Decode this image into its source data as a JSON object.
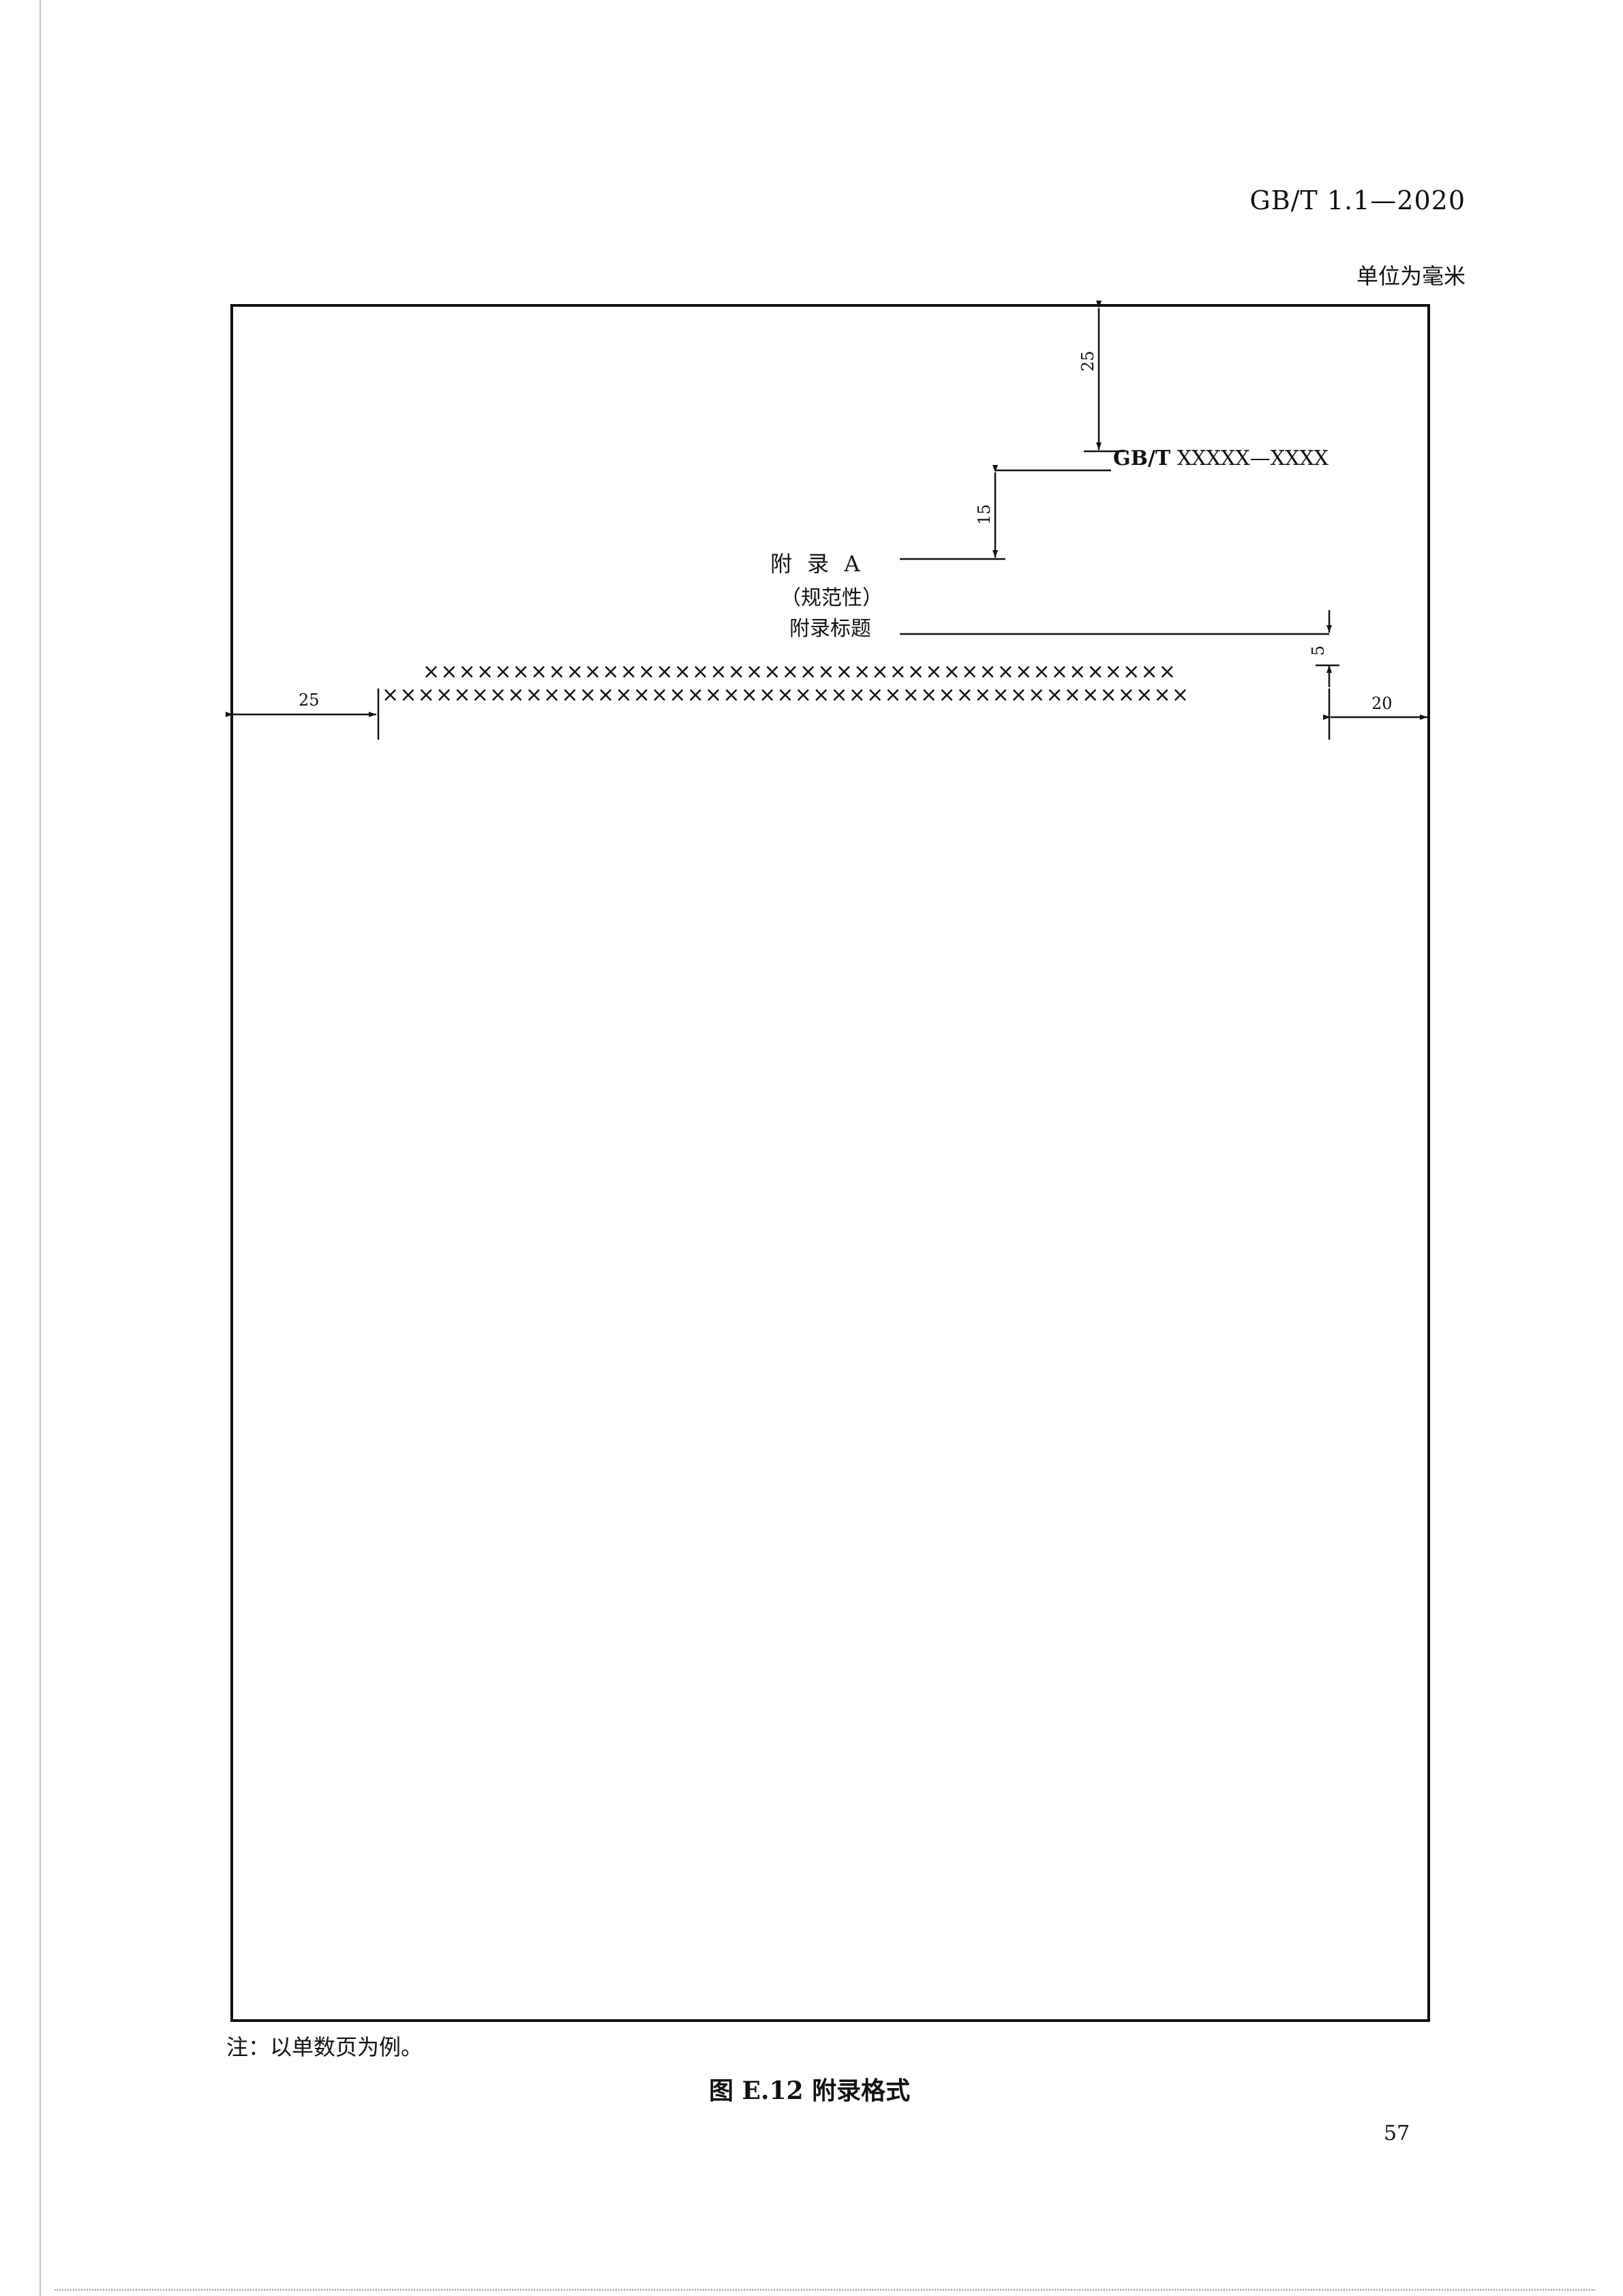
{
  "header": {
    "standard_code": "GB/T 1.1—2020",
    "unit_note": "单位为毫米"
  },
  "figure": {
    "std_code_prefix": "GB/T",
    "std_code_suffix": "XXXXX—XXXX",
    "appendix_label": "附 录 A",
    "appendix_kind": "（规范性）",
    "appendix_title": "附录标题",
    "x_row_1": "××××××××××××××××××××××××××××××××××××××××××",
    "x_row_2": "×××××××××××××××××××××××××××××××××××××××××××××",
    "dimensions": {
      "top_margin": "25",
      "code_to_appendix": "15",
      "title_to_text": "5",
      "left_margin": "25",
      "right_margin": "20"
    }
  },
  "note": "注：以单数页为例。",
  "caption": "图 E.12   附录格式",
  "page_number": "57"
}
